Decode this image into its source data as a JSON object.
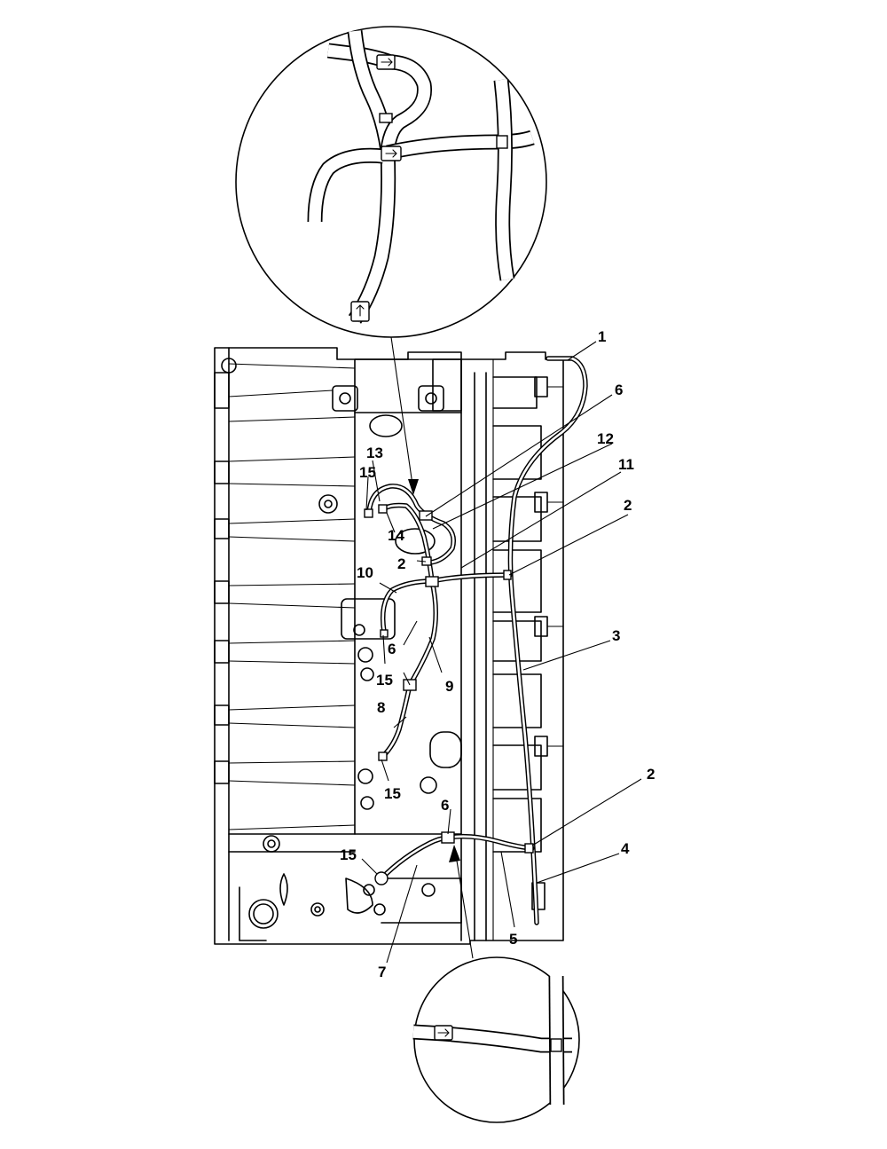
{
  "callouts": {
    "c1": "1",
    "c2a": "2",
    "c2b": "2",
    "c2c": "2",
    "c3": "3",
    "c4": "4",
    "c5": "5",
    "c6a": "6",
    "c6b": "6",
    "c6c": "6",
    "c7": "7",
    "c8": "8",
    "c9": "9",
    "c10": "10",
    "c11": "11",
    "c12": "12",
    "c13": "13",
    "c14": "14",
    "c15a": "15",
    "c15b": "15",
    "c15c": "15",
    "c15d": "15"
  }
}
